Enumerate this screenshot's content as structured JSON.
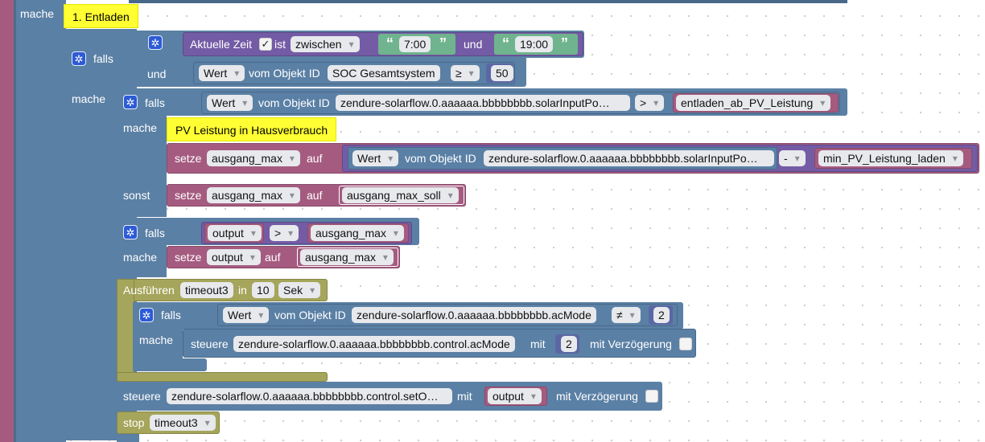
{
  "labels": {
    "mache": "mache",
    "falls": "falls",
    "und": "und",
    "sonst": "sonst",
    "ist": "ist",
    "auf": "auf",
    "setze": "setze",
    "in": "in",
    "mit": "mit",
    "steuere": "steuere",
    "stop": "stop",
    "ausfuehren": "Ausführen",
    "vom_objekt_id": "vom Objekt ID",
    "mit_verzoegerung": "mit Verzögerung",
    "aktuelle_zeit": "Aktuelle Zeit"
  },
  "comments": {
    "entladen": "1. Entladen",
    "pv_leistung": "PV Leistung in Hausverbrauch"
  },
  "time_check": {
    "mode": "zwischen",
    "from": "7:00",
    "to": "19:00"
  },
  "soc": {
    "field": "Wert",
    "object": "SOC Gesamtsystem",
    "op": "≥",
    "value": "50"
  },
  "cond1": {
    "field": "Wert",
    "object": "zendure-solarflow.0.aaaaaa.bbbbbbbb.solarInputPo…",
    "op": ">",
    "var": "entladen_ab_PV_Leistung"
  },
  "set1": {
    "var": "ausgang_max",
    "field": "Wert",
    "object": "zendure-solarflow.0.aaaaaa.bbbbbbbb.solarInputPo…",
    "op": "-",
    "sub": "min_PV_Leistung_laden"
  },
  "set2": {
    "var": "ausgang_max",
    "value": "ausgang_max_soll"
  },
  "cond2": {
    "left": "output",
    "op": ">",
    "right": "ausgang_max"
  },
  "set3": {
    "var": "output",
    "value": "ausgang_max"
  },
  "timeout": {
    "name": "timeout3",
    "value": "10",
    "unit": "Sek"
  },
  "cond3": {
    "field": "Wert",
    "object": "zendure-solarflow.0.aaaaaa.bbbbbbbb.acMode",
    "op": "≠",
    "value": "2"
  },
  "control1": {
    "object": "zendure-solarflow.0.aaaaaa.bbbbbbbb.control.acMode",
    "value": "2"
  },
  "control2": {
    "object": "zendure-solarflow.0.aaaaaa.bbbbbbbb.control.setO…",
    "value": "output"
  },
  "stop": {
    "name": "timeout3"
  }
}
